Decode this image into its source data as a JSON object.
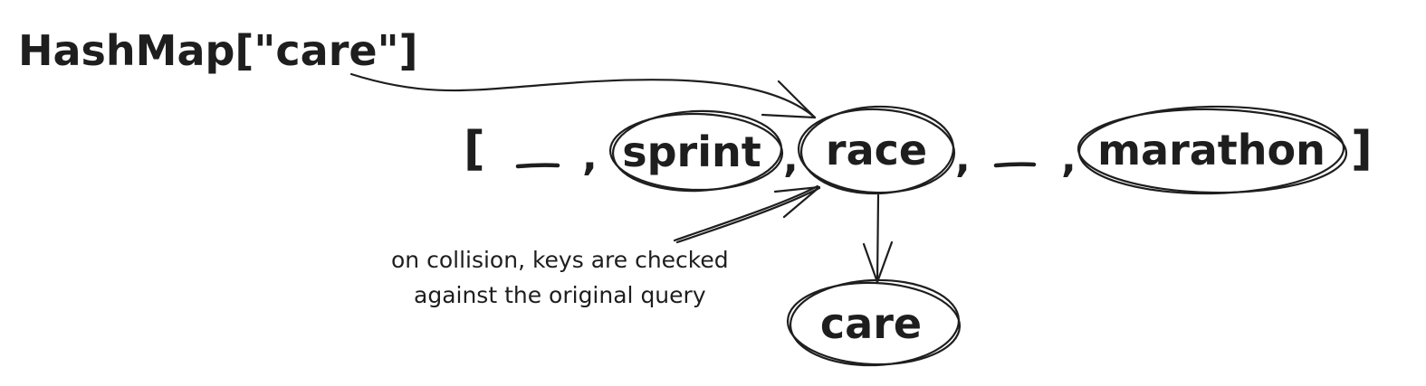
{
  "query_label": "HashMap[\"care\"]",
  "array": {
    "open_bracket": "[",
    "close_bracket": "]",
    "separator": ",",
    "items": [
      {
        "type": "empty",
        "label": ""
      },
      {
        "type": "node",
        "label": "sprint"
      },
      {
        "type": "node",
        "label": "race"
      },
      {
        "type": "empty",
        "label": ""
      },
      {
        "type": "node",
        "label": "marathon"
      }
    ]
  },
  "collision_node": {
    "label": "care"
  },
  "annotation": {
    "line1": "on collision, keys are checked",
    "line2": "against the original query"
  },
  "colors": {
    "ink": "#1e1e1e",
    "background": "#ffffff"
  }
}
